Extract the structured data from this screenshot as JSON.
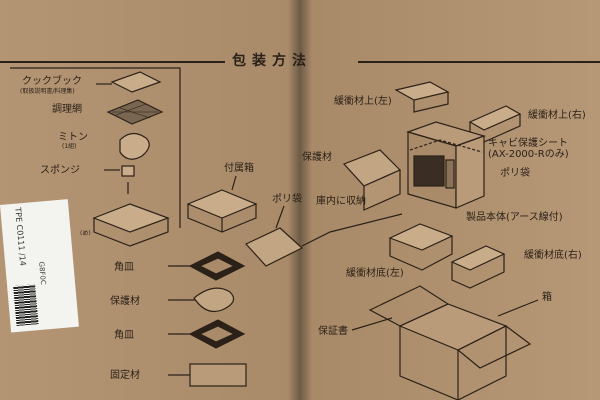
{
  "title": "包装方法",
  "labels": {
    "cookbook": "クックブック",
    "cookbook_sub": "(取扱説明書/料理集)",
    "grill": "調理網",
    "mitten": "ミトン",
    "mitten_qty": "(1組)",
    "sponge": "スポンジ",
    "accessory_box": "付属箱",
    "poly_bag_left": "ポリ袋",
    "square_plate_1": "角皿",
    "protector_left": "保護材",
    "square_plate_2": "角皿",
    "fixing": "固定材",
    "inside_fit": "庫内に収納",
    "cushion_top_left": "緩衝材上(左)",
    "cushion_top_right": "緩衝材上(右)",
    "protector_right": "保護材",
    "cavity_sheet": "キャビ保護シート",
    "cavity_sheet_sub": "(AX-2000-Rのみ)",
    "poly_bag_right": "ポリ袋",
    "main_unit": "製品本体(アース線付)",
    "cushion_bottom_left": "緩衝材底(左)",
    "cushion_bottom_right": "緩衝材底(右)",
    "box": "箱",
    "warranty": "保証書",
    "cut_mark": "(め)"
  },
  "sticker": {
    "code": "TPE C0111 /14",
    "serial": "G8F0C",
    "colors": {
      "paper": "#f3f3ef"
    }
  },
  "colors": {
    "cardboard": "#b39574",
    "ink": "#2b2118"
  }
}
